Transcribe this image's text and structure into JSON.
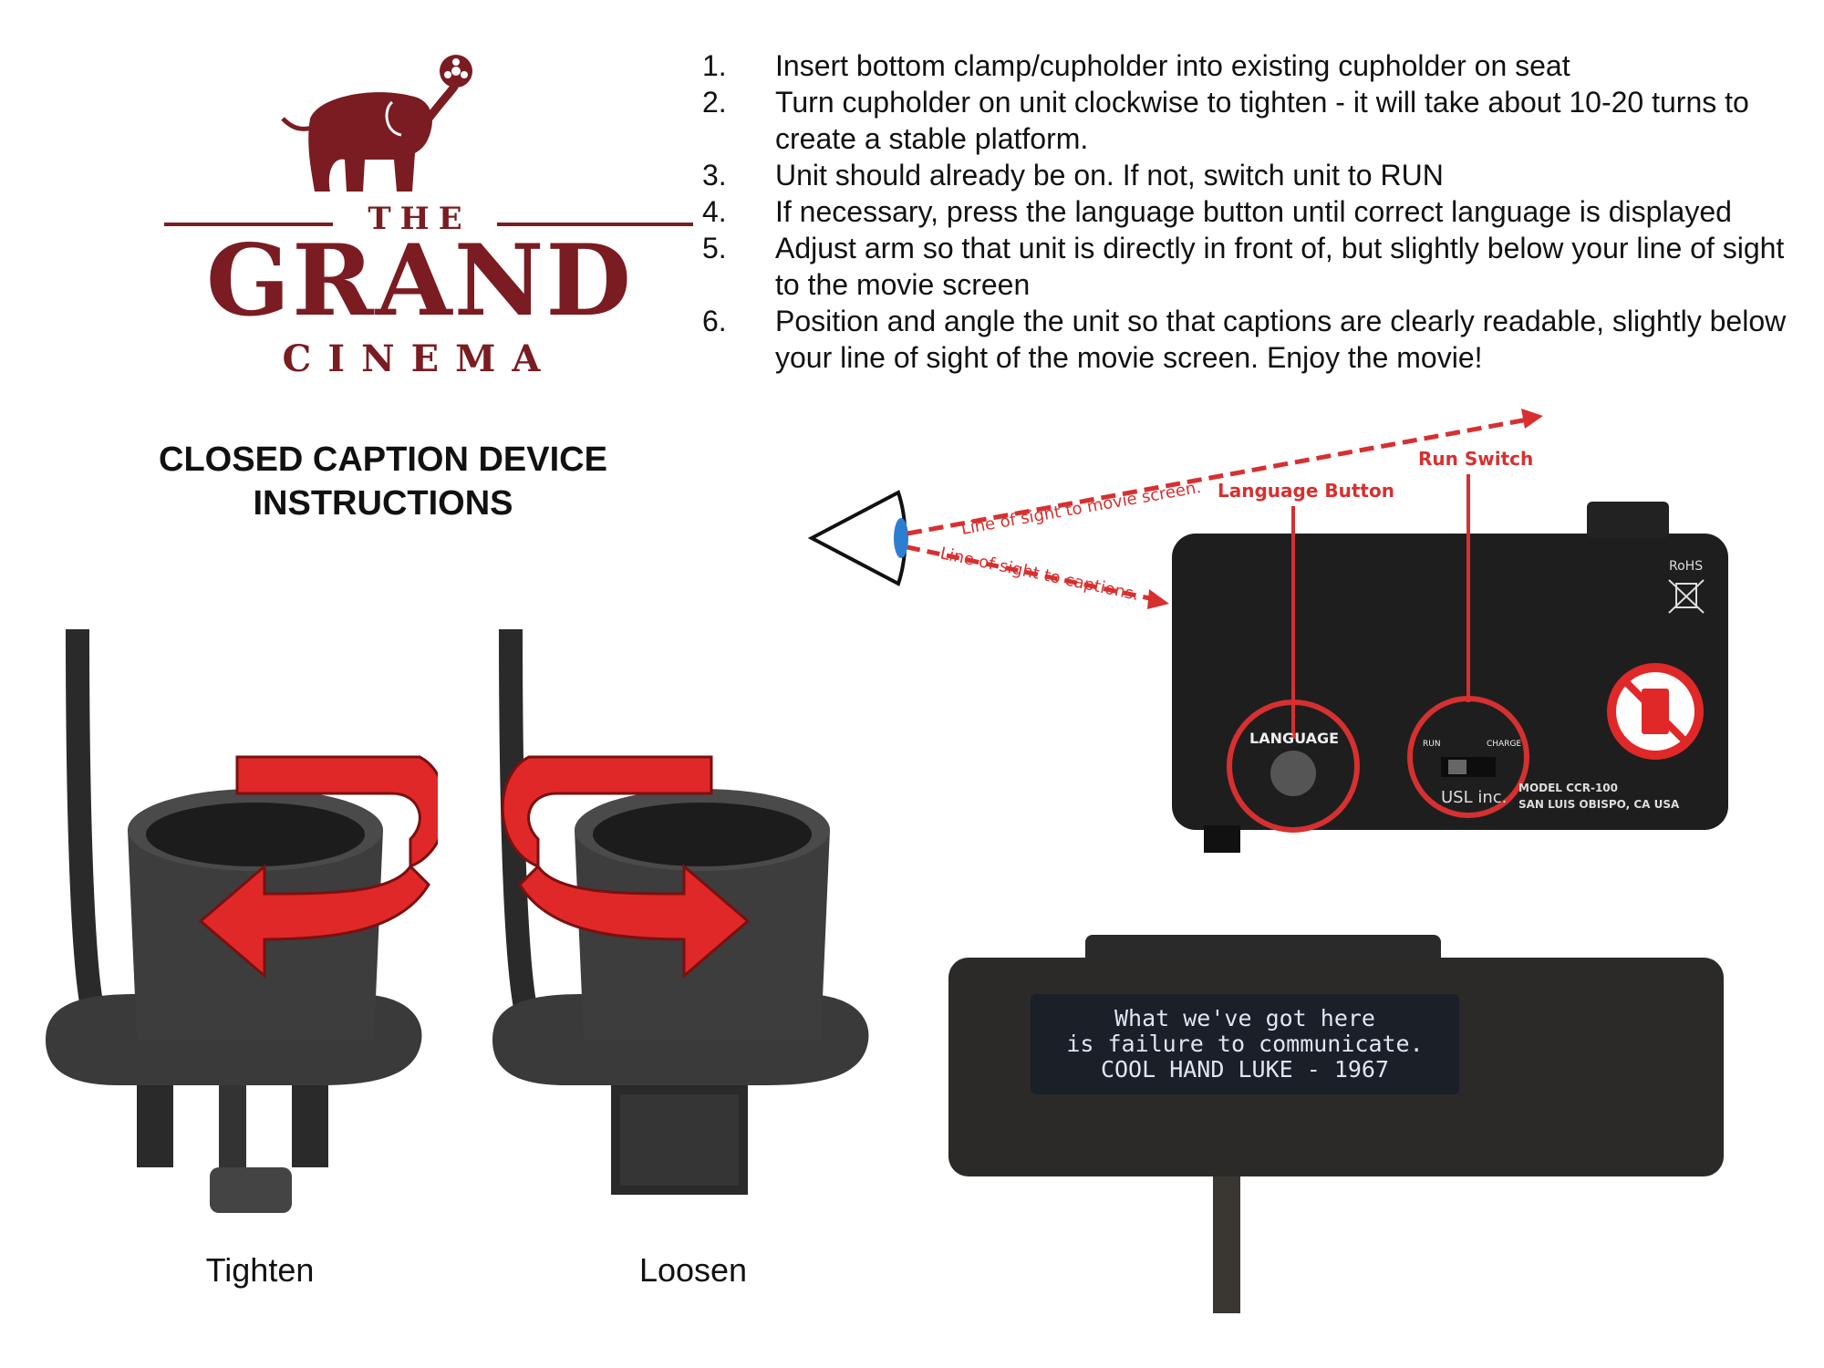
{
  "logo": {
    "the": "THE",
    "grand": "GRAND",
    "cinema": "CINEMA"
  },
  "title": {
    "line1": "CLOSED CAPTION DEVICE",
    "line2": "INSTRUCTIONS"
  },
  "steps": [
    {
      "num": "1.",
      "text": "Insert bottom clamp/cupholder into existing cupholder on seat"
    },
    {
      "num": "2.",
      "text": "Turn cupholder on unit clockwise to tighten - it will take about 10-20 turns to create a stable platform."
    },
    {
      "num": "3.",
      "text": "Unit should already be on. If not, switch unit to RUN"
    },
    {
      "num": "4.",
      "text": "If necessary, press the language button until correct language is displayed"
    },
    {
      "num": "5.",
      "text": "Adjust arm so that unit is directly in front of, but slightly below your line of sight to the movie screen"
    },
    {
      "num": "6.",
      "text": "Position and angle the unit so that captions are clearly readable, slightly below your line of sight of the movie screen. Enjoy the movie!"
    }
  ],
  "cup_labels": {
    "tighten": "Tighten",
    "loosen": "Loosen"
  },
  "diagram": {
    "line_movie": "Line of sight to movie screen.",
    "line_captions": "Line of sight to captions.",
    "language_button": "Language Button",
    "run_switch": "Run Switch",
    "language_label": "LANGUAGE",
    "run": "RUN",
    "charge": "CHARGE",
    "rohs": "RoHS",
    "model": "MODEL CCR-100",
    "company": "SAN LUIS OBISPO, CA USA",
    "brand": "USL inc."
  },
  "display_caption": {
    "line1": "What we've got here",
    "line2": "is failure to communicate.",
    "line3": "COOL HAND LUKE - 1967"
  },
  "colors": {
    "brand": "#7a1c22",
    "accent_red": "#e02828",
    "device": "#1e1e1e"
  }
}
